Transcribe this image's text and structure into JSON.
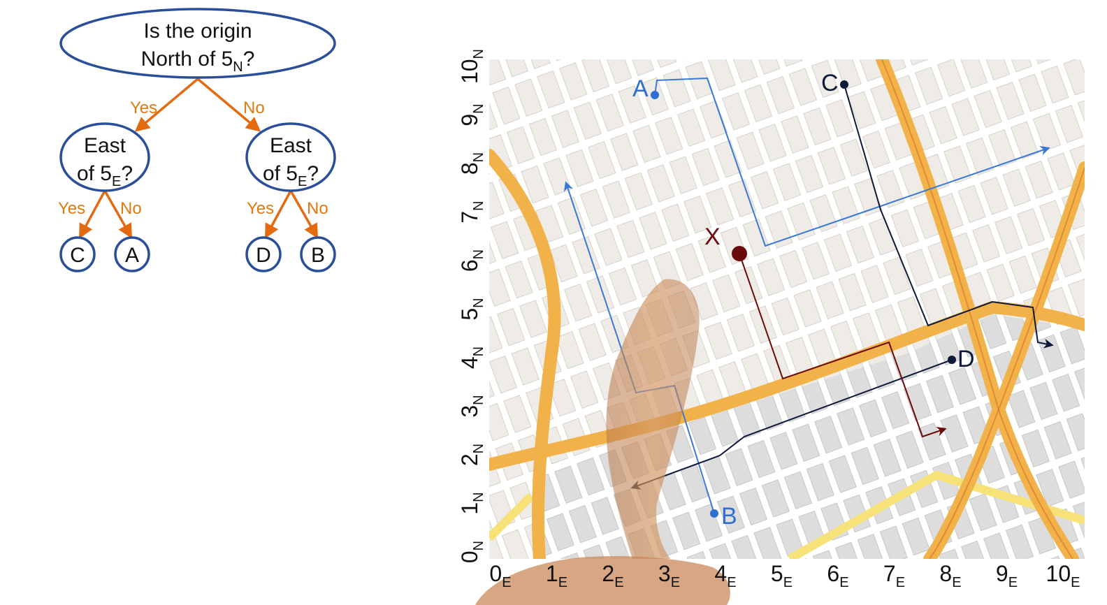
{
  "decision_tree": {
    "root": {
      "line1": "Is the origin",
      "line2": "North of 5",
      "line2_sub": "N",
      "line2_tail": "?"
    },
    "branch_labels": {
      "yes": "Yes",
      "no": "No"
    },
    "left_node": {
      "line1": "East",
      "line2": "of 5",
      "line2_sub": "E",
      "line2_tail": "?"
    },
    "right_node": {
      "line1": "East",
      "line2": "of 5",
      "line2_sub": "E",
      "line2_tail": "?"
    },
    "leaves": [
      "C",
      "A",
      "D",
      "B"
    ]
  },
  "map": {
    "x_axis": {
      "suffix": "E",
      "labels": [
        "0",
        "1",
        "2",
        "3",
        "4",
        "5",
        "6",
        "7",
        "8",
        "9",
        "10"
      ]
    },
    "y_axis": {
      "suffix": "N",
      "labels": [
        "0",
        "1",
        "2",
        "3",
        "4",
        "5",
        "6",
        "7",
        "8",
        "9",
        "10"
      ]
    },
    "points": [
      {
        "label": "A",
        "x": 3.0,
        "y": 9.4,
        "color": "#2f6fd0"
      },
      {
        "label": "C",
        "x": 6.2,
        "y": 9.6,
        "color": "#0e1a3a"
      },
      {
        "label": "X",
        "x": 4.4,
        "y": 6.1,
        "color": "#6b0a0a"
      },
      {
        "label": "D",
        "x": 8.2,
        "y": 4.0,
        "color": "#0e1a3a"
      },
      {
        "label": "B",
        "x": 4.0,
        "y": 0.8,
        "color": "#2f6fd0"
      }
    ],
    "colors": {
      "route_blue": "#3a78d6",
      "route_navy": "#0e1a3a",
      "route_maroon": "#6b0a0a",
      "edge_orange": "#e46a12",
      "tree_outline": "#2a4f9a",
      "highway": "#f2b24a",
      "minor_road": "#f7e27a",
      "block_light": "#efece7",
      "block_grey": "#dedddd"
    }
  }
}
